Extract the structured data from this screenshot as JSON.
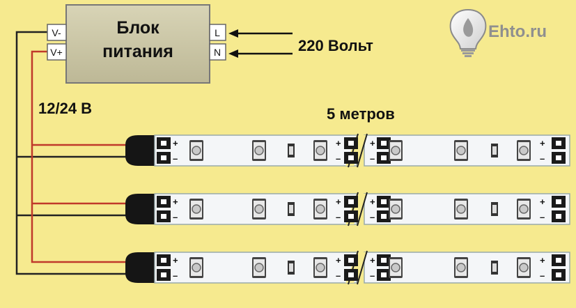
{
  "power_supply": {
    "title_line1": "Блок",
    "title_line2": "питания",
    "terminals_left": [
      "V-",
      "V+"
    ],
    "terminals_right": [
      "L",
      "N"
    ]
  },
  "mains_label": "220 Вольт",
  "voltage_label": "12/24 В",
  "length_label": "5 метров",
  "logo": {
    "text": "Ehto.ru",
    "icon": "lightbulb-icon"
  },
  "strip_polarity": {
    "plus": "+",
    "minus": "–"
  },
  "strips_count": 3,
  "colors": {
    "background": "#f6ea8f",
    "psu_fill": "#cfcaa9",
    "wire_positive": "#c0392b",
    "wire_negative": "#222222",
    "strip_fill": "#f4f6f8"
  }
}
